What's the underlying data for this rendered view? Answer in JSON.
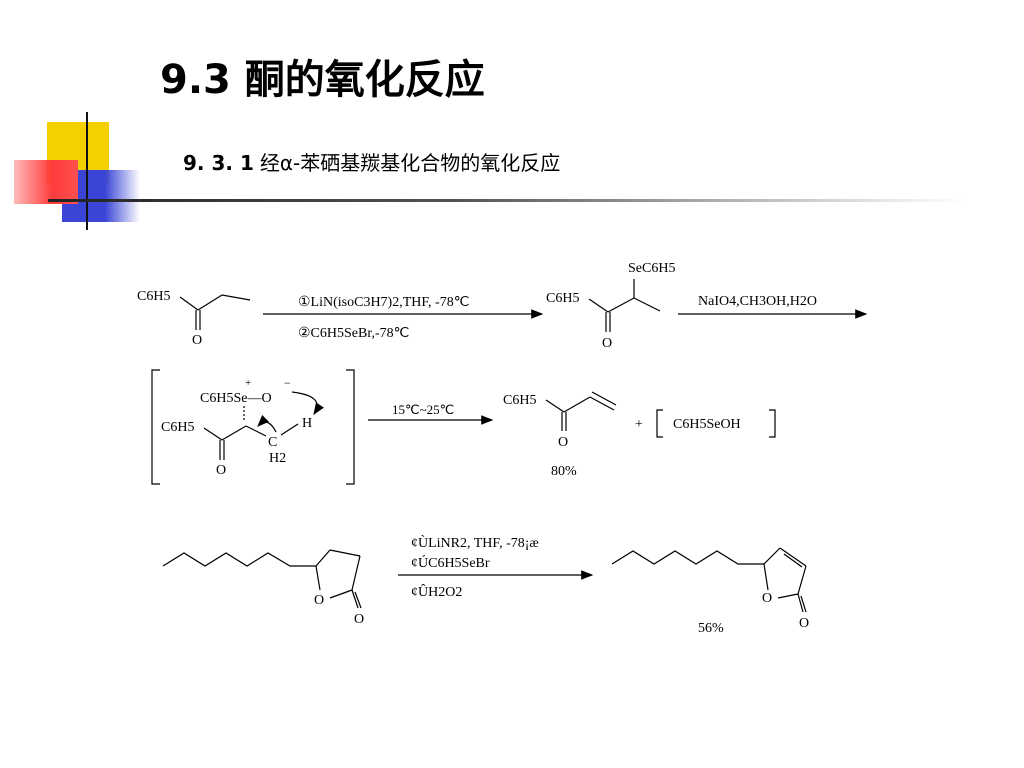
{
  "slide": {
    "title": "9.3  酮的氧化反应",
    "subtitle_number": "9. 3. 1",
    "subtitle_text": "经α-苯硒基羰基化合物的氧化反应"
  },
  "reaction1": {
    "reactant_group": "C6H5",
    "reactant_oxygen": "O",
    "reagent_line1": "①LiN(isoC3H7)2,THF, -78℃",
    "reagent_line2": "②C6H5SeBr,-78℃",
    "product_substituent": "SeC6H5",
    "product_group": "C6H5",
    "product_oxygen": "O",
    "reagent3": "NaIO4,CH3OH,H2O"
  },
  "reaction2": {
    "se_group": "C6H5Se—O",
    "charge_plus": "+",
    "charge_minus": "−",
    "hydrogen": "H",
    "left_group": "C6H5",
    "carbon": "C",
    "h2": "H2",
    "oxygen": "O",
    "condition": "15℃~25℃",
    "product_group": "C6H5",
    "product_oxygen": "O",
    "yield": "80%",
    "plus": "+",
    "byproduct": "C6H5SeOH"
  },
  "reaction3": {
    "reagent_line1": "¢ÙLiNR2, THF, -78¡æ",
    "reagent_line2": "¢ÚC6H5SeBr",
    "reagent_line3": "¢ÛH2O2",
    "ring_oxygen": "O",
    "carbonyl_oxygen": "O",
    "product_ring_oxygen": "O",
    "product_carbonyl_oxygen": "O",
    "yield": "56%"
  },
  "colors": {
    "deco_yellow": "#f5d000",
    "deco_blue": "#3a45d8",
    "deco_red": "#ff3b3b"
  }
}
